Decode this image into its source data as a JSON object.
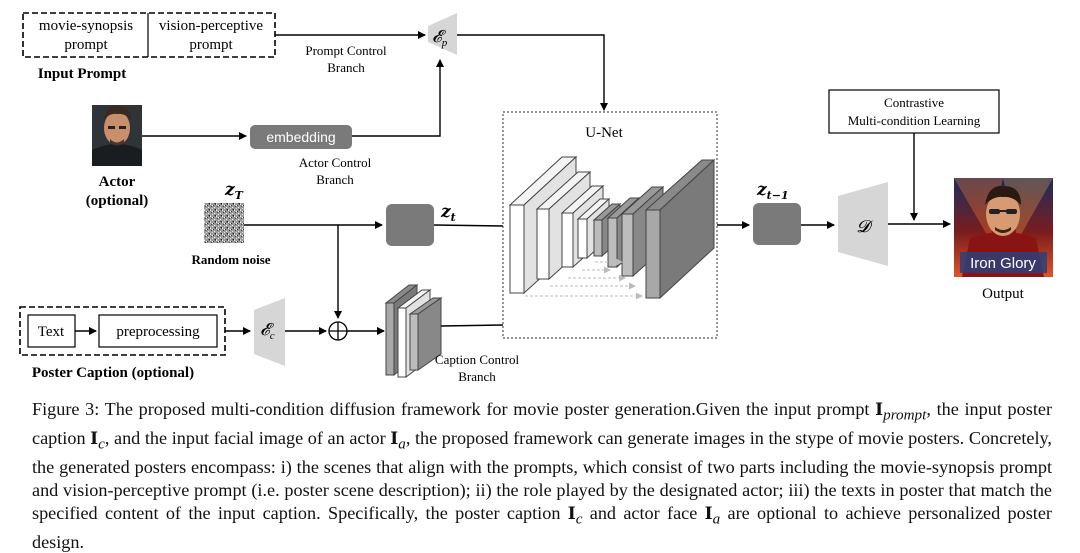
{
  "input_prompt": {
    "cell_1_line_1": "movie-synopsis",
    "cell_1_line_2": "prompt",
    "cell_2_line_1": "vision-perceptive",
    "cell_2_line_2": "prompt",
    "label": "Input Prompt"
  },
  "encoders": {
    "prompt": "𝓔",
    "prompt_sub": "p",
    "caption": "𝓔",
    "caption_sub": "c",
    "decoder": "𝓓"
  },
  "branches": {
    "prompt_line_1": "Prompt Control",
    "prompt_line_2": "Branch",
    "actor_line_1": "Actor Control",
    "actor_line_2": "Branch",
    "caption_line_1": "Caption Control",
    "caption_line_2": "Branch"
  },
  "actor": {
    "embedding": "embedding",
    "label_line_1": "Actor",
    "label_line_2": "(optional)"
  },
  "noise": {
    "z_T": "z",
    "z_T_sub": "T",
    "label": "Random noise"
  },
  "latents": {
    "z_t": "z",
    "z_t_sub": "t",
    "z_t1": "z",
    "z_t1_sub": "t−1"
  },
  "unet": {
    "label": "U-Net"
  },
  "contrastive": {
    "line_1": "Contrastive",
    "line_2": "Multi-condition Learning"
  },
  "output": {
    "poster_text": "Iron Glory",
    "label": "Output"
  },
  "poster_caption": {
    "text": "Text",
    "preprocessing": "preprocessing",
    "label": "Poster Caption (optional)"
  },
  "figure_caption": {
    "p1": "Figure 3: The proposed multi-condition diffusion framework for movie poster generation.Given the input prompt ",
    "s1": "I",
    "s1_sub": "prompt",
    "p2": ", the input poster caption ",
    "s2": "I",
    "s2_sub": "c",
    "p3": ", and the input facial image of an actor ",
    "s3": "I",
    "s3_sub": "a",
    "p4": ", the proposed framework can generate images in the stype of movie posters. Concretely, the generated posters encompass: i) the scenes that align with the prompts, which consist of two parts including the movie-synopsis prompt and vision-perceptive prompt (i.e. poster scene description); ii) the role played by the designated actor; iii) the texts in poster that match the specified content of the input caption. Specifically, the poster caption ",
    "s4": "I",
    "s4_sub": "c",
    "p5": " and actor face ",
    "s5": "I",
    "s5_sub": "a",
    "p6": " are optional to achieve personalized poster design."
  }
}
